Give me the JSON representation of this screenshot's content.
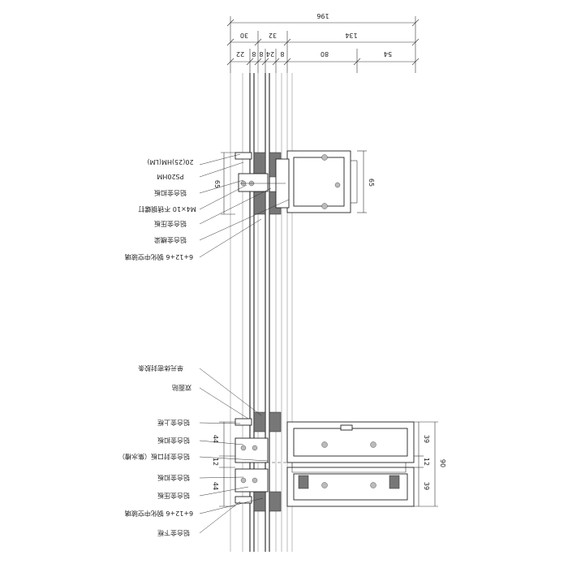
{
  "dimensions": {
    "top": {
      "overall": "196",
      "left_seg": "30",
      "mid_seg": "32",
      "right_seg": "134"
    },
    "row2": [
      "22",
      "8",
      "8",
      "24",
      "8",
      "80",
      "54"
    ],
    "upper_height": "65",
    "upper_height_right": "65",
    "lower": {
      "upper_gap": "44",
      "middle": "12",
      "lower_gap": "44"
    },
    "transom": {
      "top": "39",
      "mid": "12",
      "bottom": "39",
      "total": "90"
    }
  },
  "labels": {
    "top_group": [
      "20(25)HM(LM)",
      "PS20HM",
      "铝合金扣板",
      "M4×10 不锈钢螺钉",
      "铝合金压板",
      "铝合金横梁",
      "6+12+6 钢化中空玻璃"
    ],
    "bottom_group": [
      "单元体密封胶条",
      "双面贴",
      "铝合金上框",
      "铝合金扣板",
      "铝合金封口板（集水槽）",
      "铝合金扣板",
      "铝合金压板",
      "6+12+6 钢化中空玻璃",
      "铝合金下框"
    ]
  }
}
